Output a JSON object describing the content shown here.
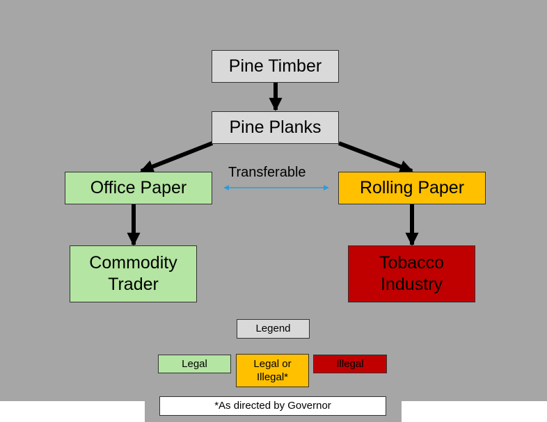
{
  "colors": {
    "background": "#a6a6a6",
    "neutral": "#d9d9d9",
    "legal": "#b4e5a2",
    "either": "#ffc000",
    "illegal": "#c00000",
    "connector": "#2e9bd6",
    "arrow": "#000000"
  },
  "nodes": {
    "pine_timber": "Pine Timber",
    "pine_planks": "Pine Planks",
    "office_paper": "Office Paper",
    "rolling_paper": "Rolling Paper",
    "commodity_trader": "Commodity Trader",
    "tobacco_industry": "Tobacco Industry"
  },
  "edges": [
    {
      "from": "Pine Timber",
      "to": "Pine Planks"
    },
    {
      "from": "Pine Planks",
      "to": "Office Paper"
    },
    {
      "from": "Pine Planks",
      "to": "Rolling Paper"
    },
    {
      "from": "Office Paper",
      "to": "Commodity Trader"
    },
    {
      "from": "Rolling Paper",
      "to": "Tobacco Industry"
    },
    {
      "from": "Office Paper",
      "to": "Rolling Paper",
      "label": "Transferable",
      "bidirectional": true
    }
  ],
  "transfer_label": "Transferable",
  "legend": {
    "title": "Legend",
    "legal": "Legal",
    "either_line1": "Legal or",
    "either_line2": "Illegal*",
    "illegal": "Illegal",
    "footnote": "*As directed by Governor"
  }
}
